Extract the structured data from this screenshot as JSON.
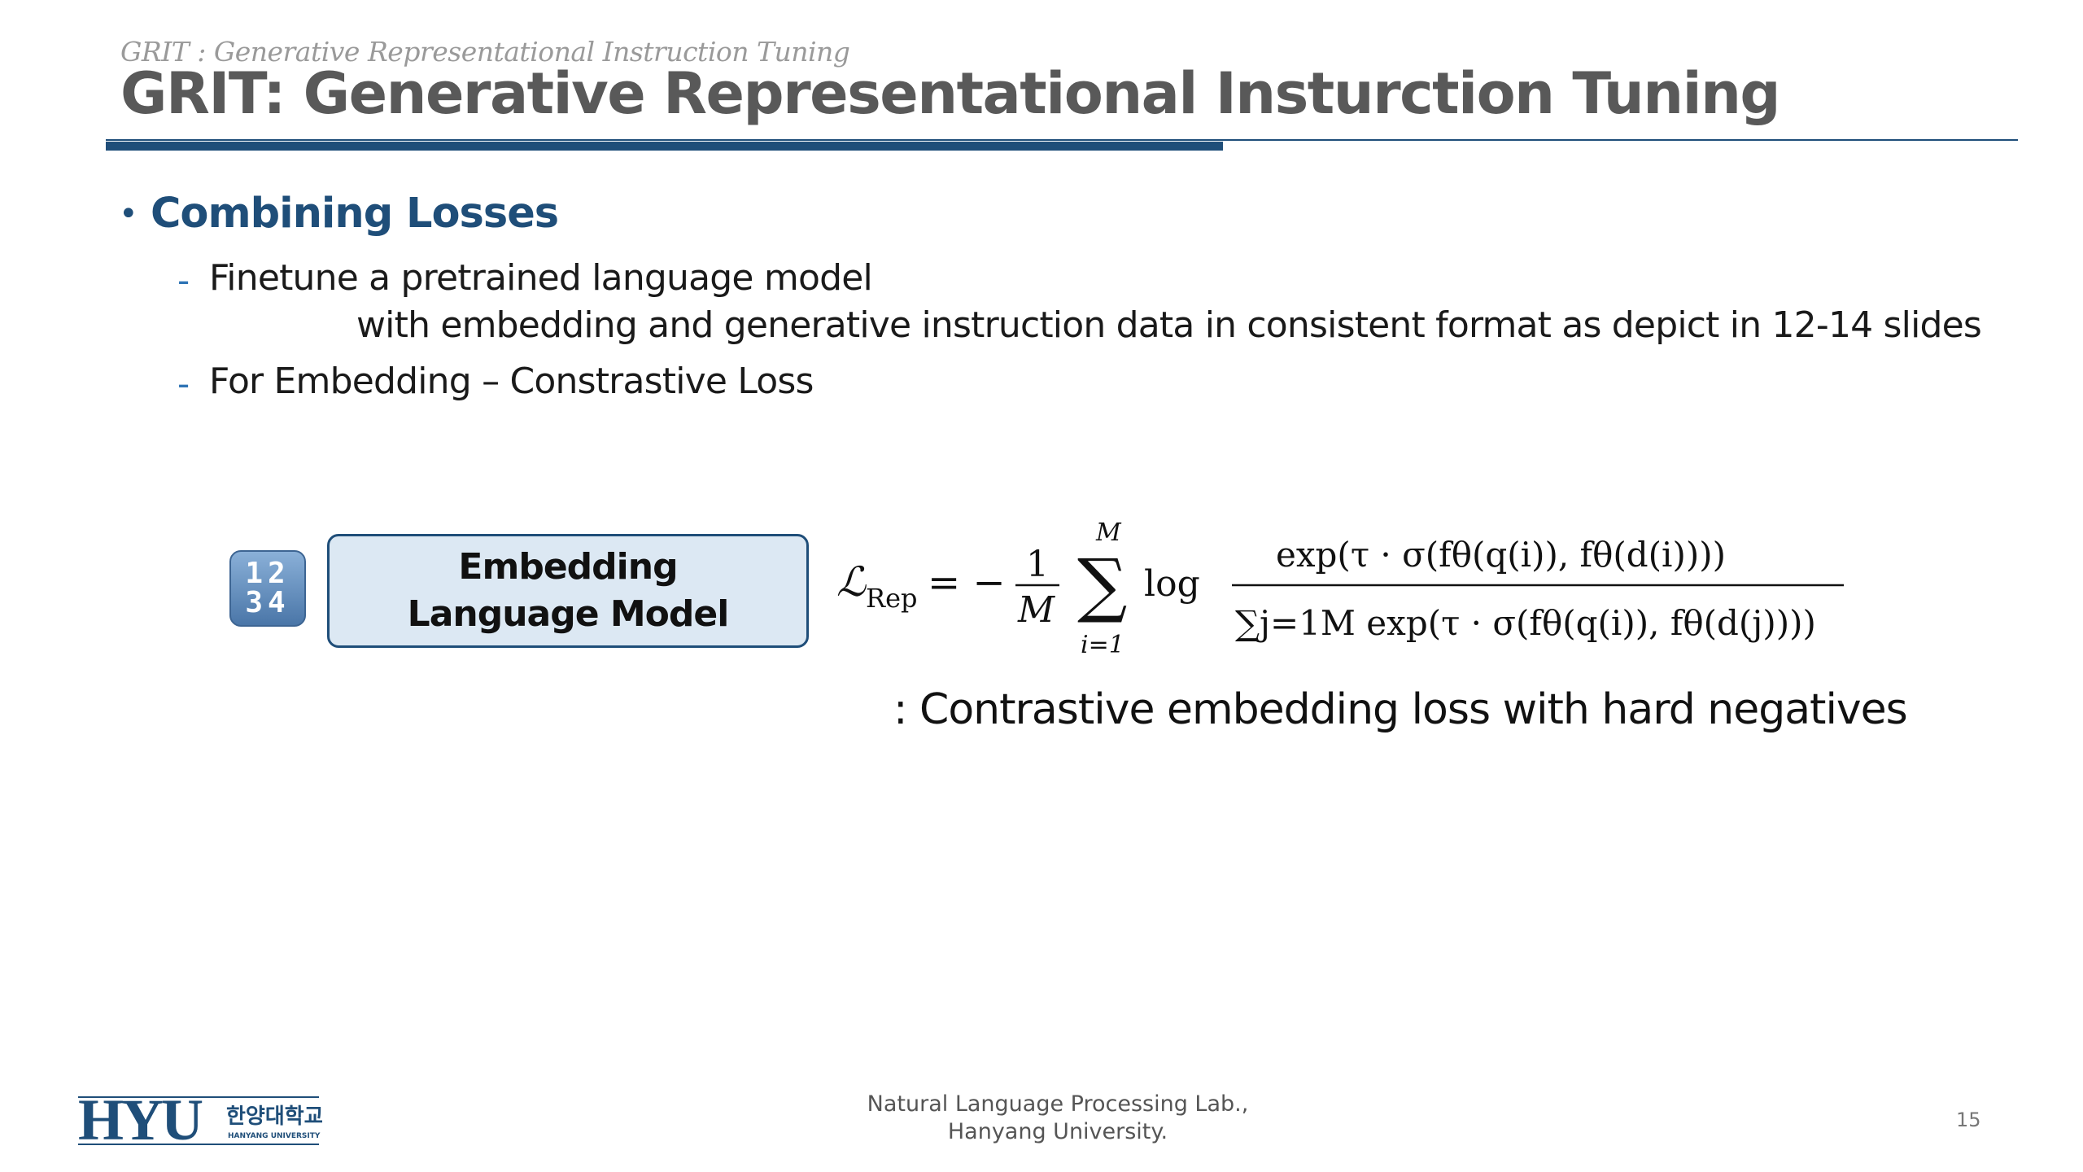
{
  "header": {
    "subtitle": "GRIT : Generative Representational Instruction Tuning",
    "title": "GRIT: Generative Representational Insturction Tuning"
  },
  "bullet": {
    "heading": "Combining Losses",
    "items": [
      {
        "dash": "-",
        "line1": "Finetune a pretrained language model",
        "line2": "with embedding and generative instruction data in consistent format as depict in 12-14 slides"
      },
      {
        "dash": "-",
        "line1": "For Embedding – Constrastive Loss"
      }
    ]
  },
  "diagram": {
    "icon_name": "numbers-1234-icon",
    "icon_text_top": "12",
    "icon_text_bottom": "34",
    "model_line1": "Embedding",
    "model_line2": "Language Model"
  },
  "formula": {
    "lhs_script": "ℒ",
    "lhs_sub": "Rep",
    "equals": "= −",
    "frac_num": "1",
    "frac_den": "M",
    "sum_top": "M",
    "sum_bottom": "i=1",
    "log": "log",
    "numerator": "exp(τ · σ(fθ(q(i)), fθ(d(i))))",
    "denominator": "∑j=1M exp(τ · σ(fθ(q(i)), fθ(d(j))))",
    "caption": ": Contrastive embedding loss with hard negatives"
  },
  "footer": {
    "logo_text": "HYU",
    "logo_korean": "한양대학교",
    "logo_english": "HANYANG UNIVERSITY",
    "lab_line1": "Natural Language Processing Lab.,",
    "lab_line2": "Hanyang University.",
    "page_number": "15"
  },
  "colors": {
    "accent": "#1f4e79",
    "title": "#595959",
    "box_fill": "#dce8f3"
  }
}
